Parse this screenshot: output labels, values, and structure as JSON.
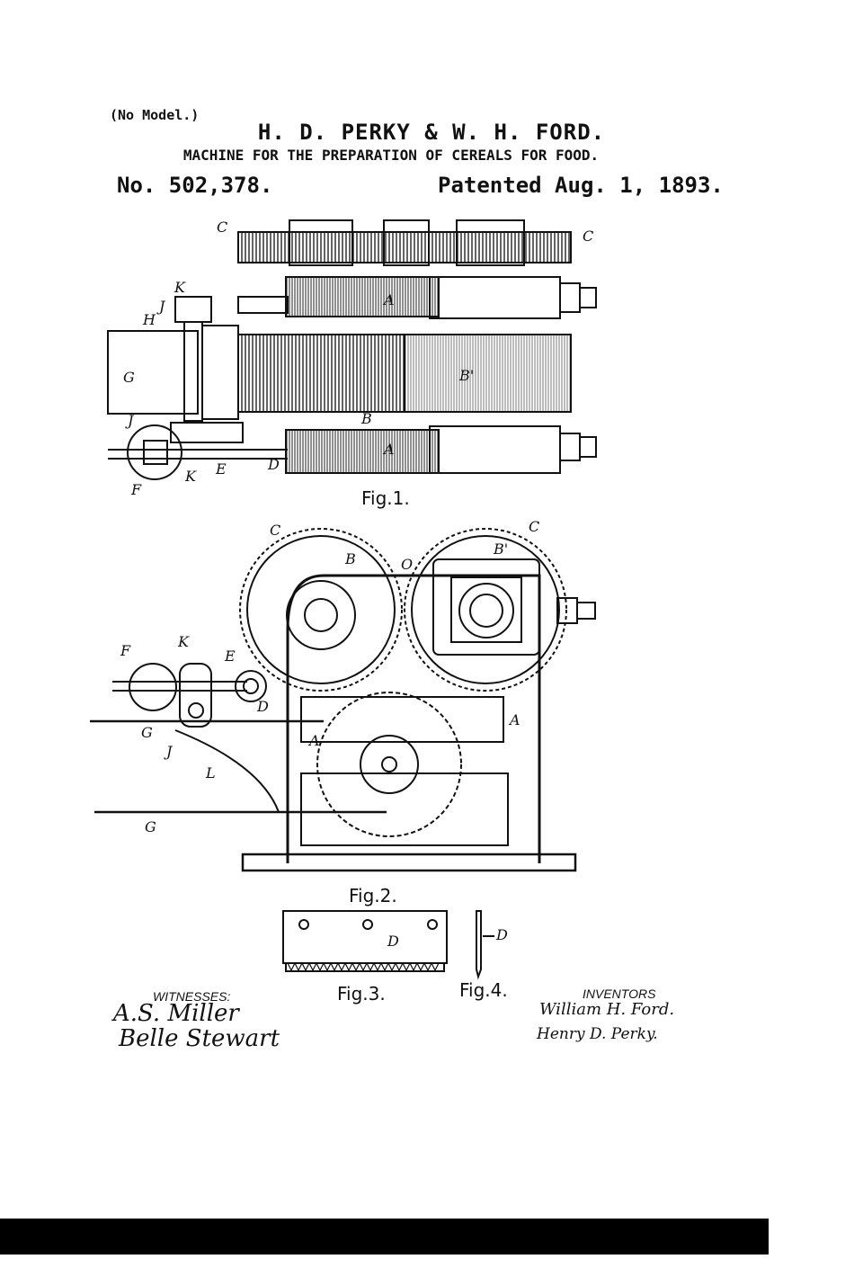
{
  "header": {
    "no_model": "(No Model.)",
    "inventors_names": "H. D. PERKY & W. H. FORD.",
    "title": "MACHINE FOR THE PREPARATION OF CEREALS FOR FOOD.",
    "patent_number": "No. 502,378.",
    "patent_date": "Patented Aug. 1, 1893."
  },
  "figures": {
    "fig1": "Fig.1.",
    "fig2": "Fig.2.",
    "fig3": "Fig.3.",
    "fig4": "Fig.4."
  },
  "fig1_labels": {
    "c_left": "C",
    "c_right": "C",
    "k": "K",
    "j_top": "J",
    "h": "H",
    "g": "G",
    "a_top": "A",
    "b_prime": "B'",
    "b": "B",
    "a_bottom": "A",
    "j_bottom": "J",
    "k_bottom": "K",
    "e": "E",
    "d": "D",
    "f": "F"
  },
  "fig2_labels": {
    "c_left": "C",
    "c_right": "C",
    "b": "B",
    "o": "O",
    "b_prime": "B'",
    "f": "F",
    "k": "K",
    "e": "E",
    "d": "D",
    "a_right": "A",
    "a_left": "A",
    "g_top": "G",
    "j": "J",
    "l": "L",
    "g_bottom": "G"
  },
  "fig3_labels": {
    "d": "D"
  },
  "fig4_labels": {
    "d": "D"
  },
  "witnesses": {
    "title": "WITNESSES:",
    "signature1": "A.S. Miller",
    "signature2": "Belle Stewart"
  },
  "inventors": {
    "title": "INVENTORS",
    "signature1": "William H. Ford.",
    "signature2": "Henry D. Perky."
  }
}
